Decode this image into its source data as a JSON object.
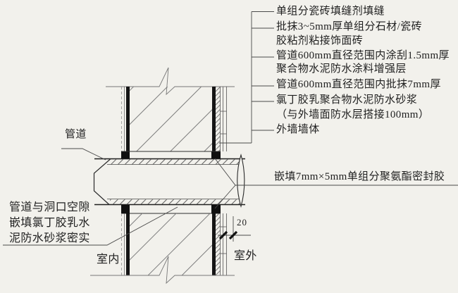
{
  "colors": {
    "paper": "#f2f1ec",
    "ink": "#1f1f1f",
    "line": "#3f3f3f",
    "heavy": "#111111"
  },
  "callouts": {
    "rows": [
      "单组分瓷砖填缝剂填缝",
      "批抹3~5mm厚单组分石材/瓷砖",
      "胶粘剂粘接饰面砖",
      "管道600mm直径范围内涂刮1.5mm厚",
      "聚合物水泥防水涂料增强层",
      "管道600mm直径范围内批抹7mm厚",
      "氯丁胶乳聚合物水泥防水砂浆",
      "（与外墙面防水层搭接100mm）",
      "外墙墙体"
    ]
  },
  "labels": {
    "pipe": "管道",
    "sealant_note": "嵌填7mm×5mm单组分聚氨酯密封胶",
    "gap_note_rows": [
      "管道与洞口空隙",
      "嵌填氯丁胶乳水",
      "泥防水砂浆密实"
    ],
    "indoor": "室内",
    "outdoor": "室外"
  },
  "dimension": {
    "finish_gap": "20"
  }
}
